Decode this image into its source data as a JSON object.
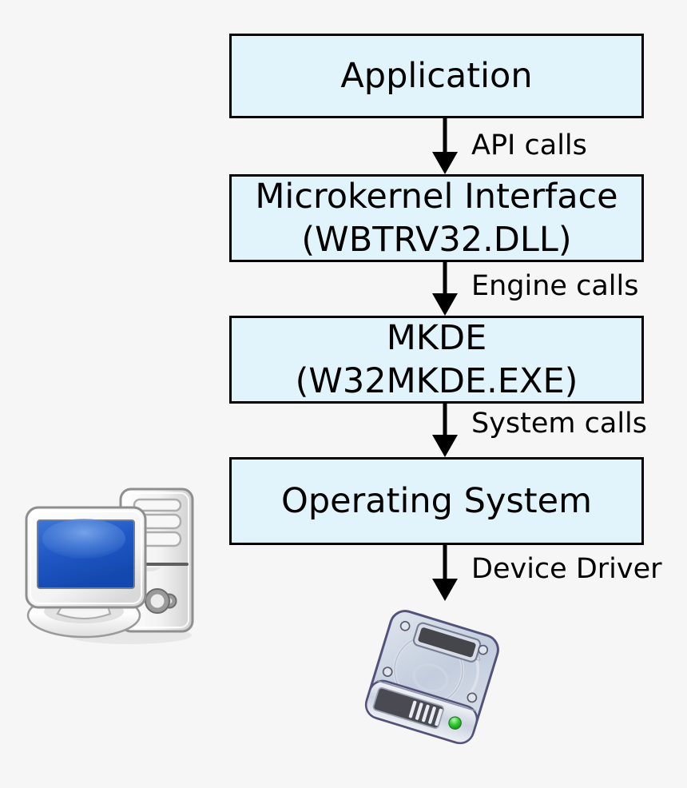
{
  "page": {
    "background_color": "#f6f6f6",
    "description": "Btrieve / Pervasive microkernel database engine architecture diagram"
  },
  "diagram": {
    "boxes": [
      {
        "line1": "Application",
        "line2": ""
      },
      {
        "line1": "Microkernel Interface",
        "line2": "(WBTRV32.DLL)"
      },
      {
        "line1": "MKDE",
        "line2": "(W32MKDE.EXE)"
      },
      {
        "line1": "Operating System",
        "line2": ""
      }
    ],
    "arrows": [
      {
        "label": "API calls"
      },
      {
        "label": "Engine calls"
      },
      {
        "label": "System calls"
      },
      {
        "label": "Device Driver"
      }
    ],
    "icons": [
      {
        "name": "desktop-computer-icon",
        "meaning": "client computer"
      },
      {
        "name": "hard-disk-icon",
        "meaning": "storage device"
      }
    ],
    "colors": {
      "box_fill": "#e1f4fc",
      "box_border": "#000000",
      "arrow": "#000000",
      "monitor_screen_blue": "#2a63cc",
      "led_green": "#2ecc2e",
      "disk_body": "#c9d2e0",
      "disk_outline": "#4f4f72"
    }
  }
}
